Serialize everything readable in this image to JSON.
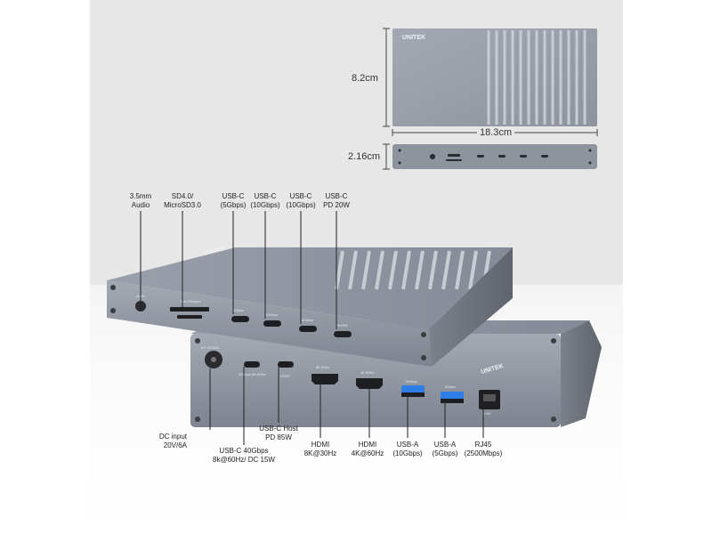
{
  "dimensions": {
    "height": "8.2cm",
    "width": "18.3cm",
    "depth": "2.16cm"
  },
  "brand": "UNITEK",
  "front_labels": [
    {
      "line1": "3.5mm",
      "line2": "Audio"
    },
    {
      "line1": "SD4.0/",
      "line2": "MicroSD3.0"
    },
    {
      "line1": "USB-C",
      "line2": "(5Gbps)"
    },
    {
      "line1": "USB-C",
      "line2": "(10Gbps)"
    },
    {
      "line1": "USB-C",
      "line2": "(10Gbps)"
    },
    {
      "line1": "USB-C",
      "line2": "PD 20W"
    }
  ],
  "rear_labels": [
    {
      "line1": "DC input",
      "line2": "20V/6A"
    },
    {
      "line1": "USB-C 40Gbps",
      "line2": "8k@60Hz/ DC 15W"
    },
    {
      "line1": "USB-C Host",
      "line2": "PD 85W"
    },
    {
      "line1": "HDMI",
      "line2": "8K@30Hz"
    },
    {
      "line1": "HDMI",
      "line2": "4K@60Hz"
    },
    {
      "line1": "USB-A",
      "line2": "(10Gbps)"
    },
    {
      "line1": "USB-A",
      "line2": "(5Gbps)"
    },
    {
      "line1": "RJ45",
      "line2": "(2500Mbps)"
    }
  ],
  "device_text": {
    "front_audio": "Audio",
    "front_card": "Card Reader",
    "front_5g": "5Gbps",
    "front_10g_a": "10Gbps",
    "front_10g_b": "10Gbps",
    "front_pd": "PD20W",
    "rear_dc": "DC 20V/6A",
    "rear_40g": "40Gbps 8K 60Hz",
    "rear_host": "HOST",
    "rear_hdmi8k": "8K 30Hz",
    "rear_hdmi4k": "4K 60Hz",
    "rear_10g": "10Gbps",
    "rear_5g": "5Gbps",
    "rear_25g": "2.5G"
  },
  "colors": {
    "body": "#8f95a0",
    "body_dark": "#6c717b",
    "usb_blue": "#2f7ee8",
    "port": "#1e1f22"
  }
}
